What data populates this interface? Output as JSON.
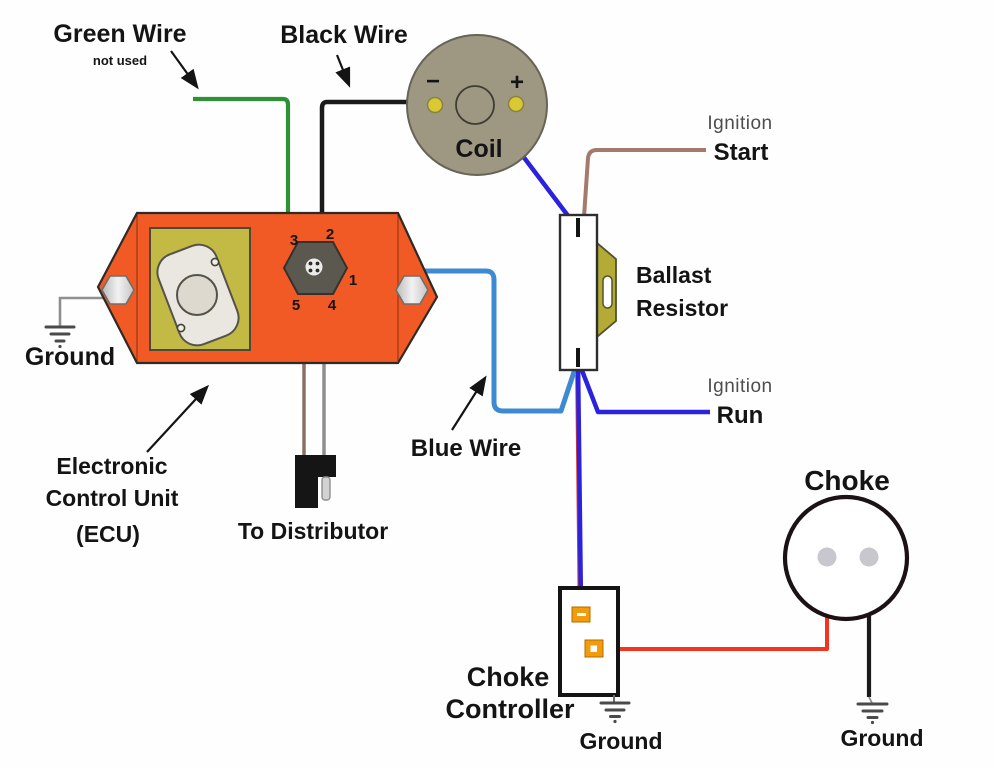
{
  "labels": {
    "green_wire": "Green Wire",
    "green_wire_note": "not used",
    "black_wire": "Black Wire",
    "coil": "Coil",
    "coil_minus": "−",
    "coil_plus": "+",
    "ignition_start_line1": "Ignition",
    "ignition_start_line2": "Start",
    "ballast_line1": "Ballast",
    "ballast_line2": "Resistor",
    "ignition_run_line1": "Ignition",
    "ignition_run_line2": "Run",
    "ground_ecu": "Ground",
    "ecu_line1": "Electronic",
    "ecu_line2": "Control Unit",
    "ecu_line3": "(ECU)",
    "to_distributor": "To Distributor",
    "blue_wire": "Blue Wire",
    "choke_controller_line1": "Choke",
    "choke_controller_line2": "Controller",
    "ground_choke_controller": "Ground",
    "choke": "Choke",
    "ground_choke": "Ground"
  },
  "pins": {
    "p1": "1",
    "p2": "2",
    "p3": "3",
    "p4": "4",
    "p5": "5"
  },
  "colors": {
    "green_wire": "#2f9135",
    "black_wire": "#1a1a1a",
    "blue_wire_light": "#3e8ad2",
    "blue_wire_dark": "#2a22dd",
    "brown_wire": "#a37a6b",
    "brown_wire_dist": "#8a7065",
    "gray_wire": "#8f8f8f",
    "red_wire": "#f53420",
    "ecu_body": "#f15a24",
    "ecu_plate": "#c2ba45",
    "coil_body": "#9e9883",
    "terminal_yellow": "#d9ca33",
    "ballast_tab": "#b3ab35",
    "connector_dark": "#5b584f",
    "choke_terminal_orange": "#f49b0c",
    "pin_number": "#7c2a14"
  }
}
